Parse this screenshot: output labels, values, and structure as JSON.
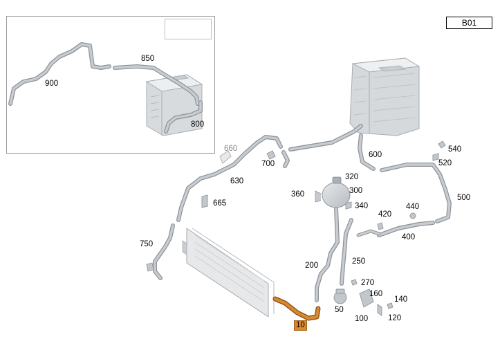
{
  "diagram": {
    "code": "B01",
    "highlight_color": "#d9892e",
    "part_color": "#b9bec3",
    "labels": {
      "p10": "10",
      "p50": "50",
      "p100": "100",
      "p120": "120",
      "p140": "140",
      "p160": "160",
      "p200": "200",
      "p250": "250",
      "p270": "270",
      "p300": "300",
      "p320": "320",
      "p340": "340",
      "p360": "360",
      "p400": "400",
      "p420": "420",
      "p440": "440",
      "p500": "500",
      "p520": "520",
      "p540": "540",
      "p600": "600",
      "p630": "630",
      "p660": "660",
      "p665": "665",
      "p700": "700",
      "p750": "750",
      "p800": "800",
      "p850": "850",
      "p900": "900"
    }
  }
}
